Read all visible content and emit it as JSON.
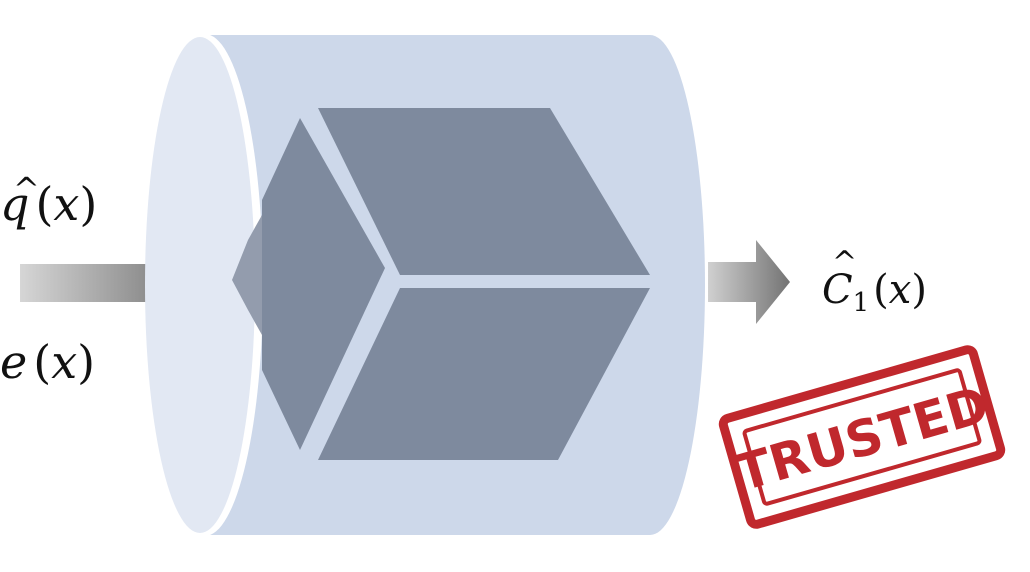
{
  "inputs": {
    "q": {
      "base": "q",
      "hat": "^",
      "paren_open": "(",
      "var": "x",
      "paren_close": ")"
    },
    "e": {
      "base": "e",
      "paren_open": "(",
      "var": "x",
      "paren_close": ")"
    }
  },
  "output": {
    "base": "C",
    "hat": "^",
    "subscript": "1",
    "paren_open": "(",
    "var": "x",
    "paren_close": ")"
  },
  "stamp": {
    "text": "TRUSTED",
    "color": "#c0282d"
  },
  "colors": {
    "cylinder_body": "#cdd8ea",
    "cylinder_face": "#e2e8f3",
    "cube": "#7e8a9e",
    "arrow_dark": "#7a7a7a",
    "arrow_light": "#d4d4d4"
  }
}
